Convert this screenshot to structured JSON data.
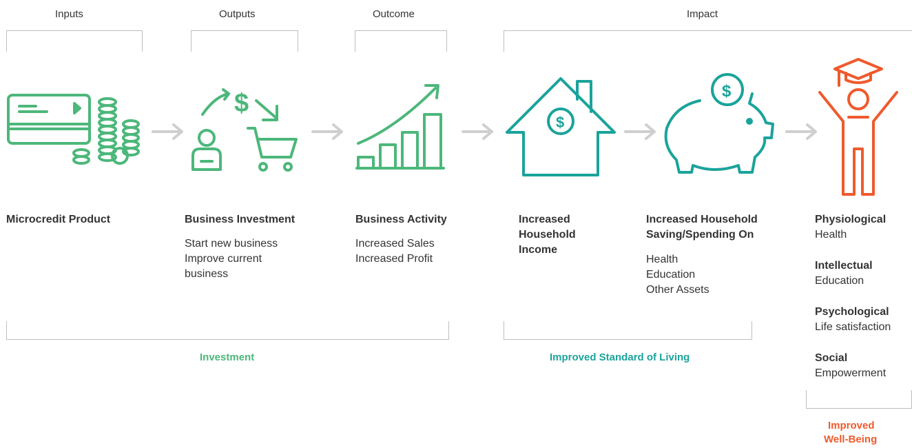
{
  "stages": {
    "inputs": "Inputs",
    "outputs": "Outputs",
    "outcome": "Outcome",
    "impact": "Impact"
  },
  "steps": [
    {
      "title": "Microcredit Product",
      "details": []
    },
    {
      "title": "Business Investment",
      "details": [
        "Start new business",
        "Improve current",
        "business"
      ]
    },
    {
      "title": "Business Activity",
      "details": [
        "Increased Sales",
        "Increased Profit"
      ]
    },
    {
      "title_lines": [
        "Increased",
        "Household",
        "Income"
      ],
      "details": []
    },
    {
      "title_lines": [
        "Increased Household",
        "Saving/Spending On"
      ],
      "details": [
        "Health",
        "Education",
        "Other Assets"
      ]
    },
    {
      "wellbeing": [
        {
          "title": "Physiological",
          "detail": "Health"
        },
        {
          "title": "Intellectual",
          "detail": "Education"
        },
        {
          "title": "Psychological",
          "detail": "Life satisfaction"
        },
        {
          "title": "Social",
          "detail": "Empowerment"
        }
      ]
    }
  ],
  "groups": {
    "investment": "Investment",
    "standard_of_living": "Improved Standard of Living",
    "wellbeing_line1": "Improved",
    "wellbeing_line2": "Well-Being"
  },
  "colors": {
    "green": "#4cb77a",
    "teal": "#1aa39b",
    "orange": "#ef5a2c",
    "arrow": "#cfcfcf",
    "bracket": "#bdbdbd"
  },
  "icons": [
    "credit-card-coins-icon",
    "business-investment-icon",
    "growth-chart-icon",
    "house-dollar-icon",
    "piggy-bank-icon",
    "graduate-person-icon"
  ]
}
